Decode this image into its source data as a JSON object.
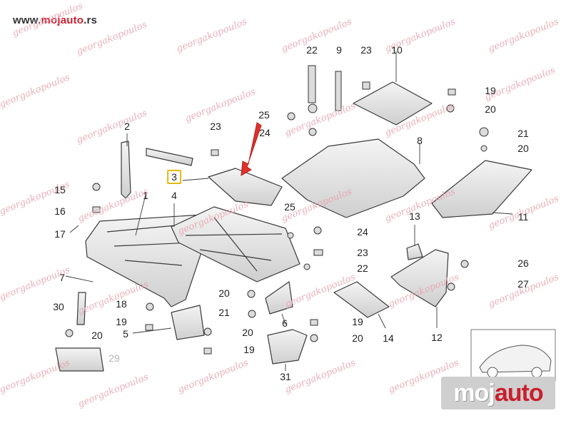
{
  "header": {
    "site_prefix": "www.",
    "site_brand": "mojauto",
    "site_suffix": ".rs"
  },
  "watermark": {
    "text": "georgakopoulos"
  },
  "logo": {
    "text_a": "moj",
    "text_b": "auto"
  },
  "callouts": {
    "n1": "1",
    "n2": "2",
    "n3": "3",
    "n4": "4",
    "n5": "5",
    "n6": "6",
    "n7": "7",
    "n8": "8",
    "n9": "9",
    "n10": "10",
    "n11": "11",
    "n12": "12",
    "n13": "13",
    "n14": "14",
    "n15": "15",
    "n16": "16",
    "n17": "17",
    "n18": "18",
    "n19": "19",
    "n20": "20",
    "n21": "21",
    "n22": "22",
    "n23": "23",
    "n24": "24",
    "n25": "25",
    "n26": "26",
    "n27": "27",
    "n29": "29",
    "n30": "30",
    "n31": "31"
  },
  "highlight": {
    "part": "3",
    "color": "#e8b90f",
    "arrow_color": "#e0302a"
  },
  "colors": {
    "line": "#3a3a3a",
    "part_fill": "#f2f2f2",
    "part_shade": "#d6d6d6"
  }
}
